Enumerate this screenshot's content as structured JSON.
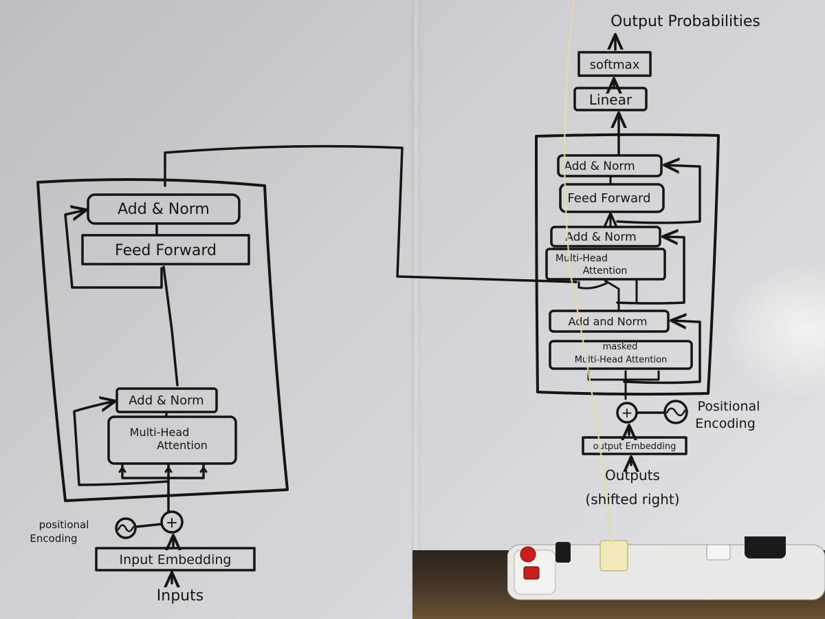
{
  "encoder": {
    "add_norm_top": "Add & Norm",
    "feed_forward": "Feed Forward",
    "add_norm_bottom": "Add & Norm",
    "multi_head_line1": "Multi-Head",
    "multi_head_line2": "Attention",
    "positional_encoding_line1": "positional",
    "positional_encoding_line2": "Encoding",
    "plus_symbol": "+",
    "input_embedding": "Input Embedding",
    "inputs": "Inputs"
  },
  "decoder": {
    "output_probabilities": "Output Probabilities",
    "softmax": "softmax",
    "linear": "Linear",
    "add_norm_top": "Add & Norm",
    "feed_forward": "Feed Forward",
    "add_norm_middle": "Add & Norm",
    "multi_head_line1": "Multi-Head",
    "multi_head_line2": "Attention",
    "add_norm_bottom": "Add and Norm",
    "masked_line1": "masked",
    "masked_line2": "Multi-Head Attention",
    "plus_symbol": "+",
    "positional_encoding_line1": "Positional",
    "positional_encoding_line2": "Encoding",
    "output_embedding": "output Embedding",
    "outputs_line1": "Outputs",
    "outputs_line2": "(shifted right)"
  },
  "colors": {
    "ink": "#141414",
    "power_strip": "#e8e8e4",
    "switch_red": "#c81e1e"
  }
}
